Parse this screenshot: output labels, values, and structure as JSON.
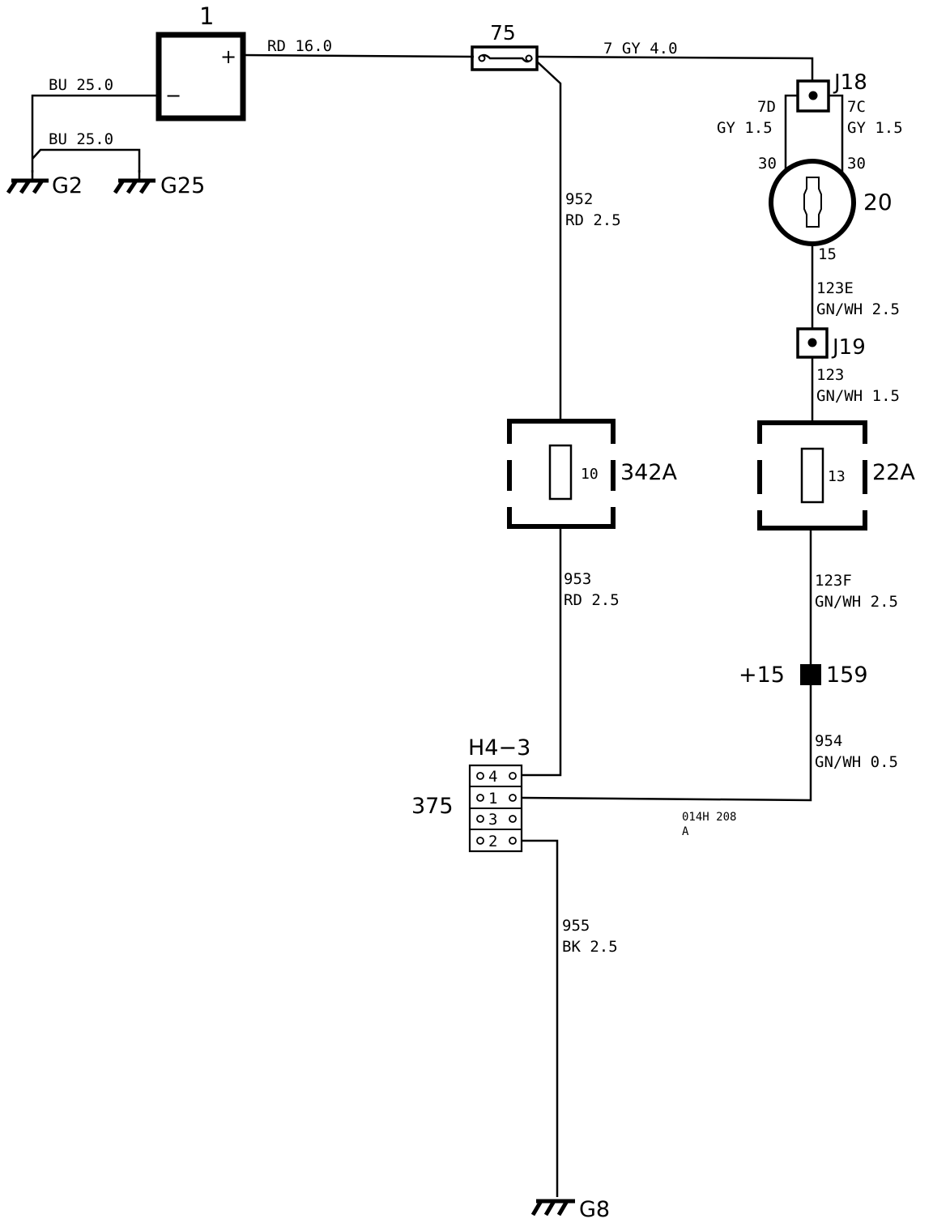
{
  "components": {
    "battery": {
      "id": "1",
      "plus": "+",
      "minus": "−"
    },
    "fuse_main": {
      "id": "75"
    },
    "junction_j18": {
      "id": "J18"
    },
    "junction_j19": {
      "id": "J19"
    },
    "ignition_switch": {
      "id": "20",
      "pin_30_left": "30",
      "pin_30_right": "30",
      "pin_15": "15"
    },
    "fuse_342a": {
      "id": "342A",
      "rating": "10"
    },
    "fuse_22a": {
      "id": "22A",
      "rating": "13"
    },
    "splice_159": {
      "id": "159",
      "signal": "+15"
    },
    "connector_375": {
      "id": "375",
      "name": "H4−3",
      "pins": [
        "4",
        "1",
        "3",
        "2"
      ]
    },
    "grounds": {
      "g2": "G2",
      "g25": "G25",
      "g8": "G8"
    }
  },
  "wires": {
    "bat_pos": {
      "spec": "RD 16.0"
    },
    "bat_neg": {
      "spec": "BU 25.0"
    },
    "ground_link": {
      "spec": "BU 25.0"
    },
    "fuse_to_j18": {
      "spec": "7 GY 4.0"
    },
    "j18_left": {
      "num": "7D",
      "spec": "GY 1.5"
    },
    "j18_right": {
      "num": "7C",
      "spec": "GY 1.5"
    },
    "w952": {
      "num": "952",
      "spec": "RD 2.5"
    },
    "w123e": {
      "num": "123E",
      "spec": "GN/WH 2.5"
    },
    "w123": {
      "num": "123",
      "spec": "GN/WH 1.5"
    },
    "w953": {
      "num": "953",
      "spec": "RD 2.5"
    },
    "w123f": {
      "num": "123F",
      "spec": "GN/WH 2.5"
    },
    "w954": {
      "num": "954",
      "spec": "GN/WH 0.5"
    },
    "w955": {
      "num": "955",
      "spec": "BK 2.5"
    }
  },
  "reference": {
    "code": "014H 208",
    "rev": "A"
  }
}
